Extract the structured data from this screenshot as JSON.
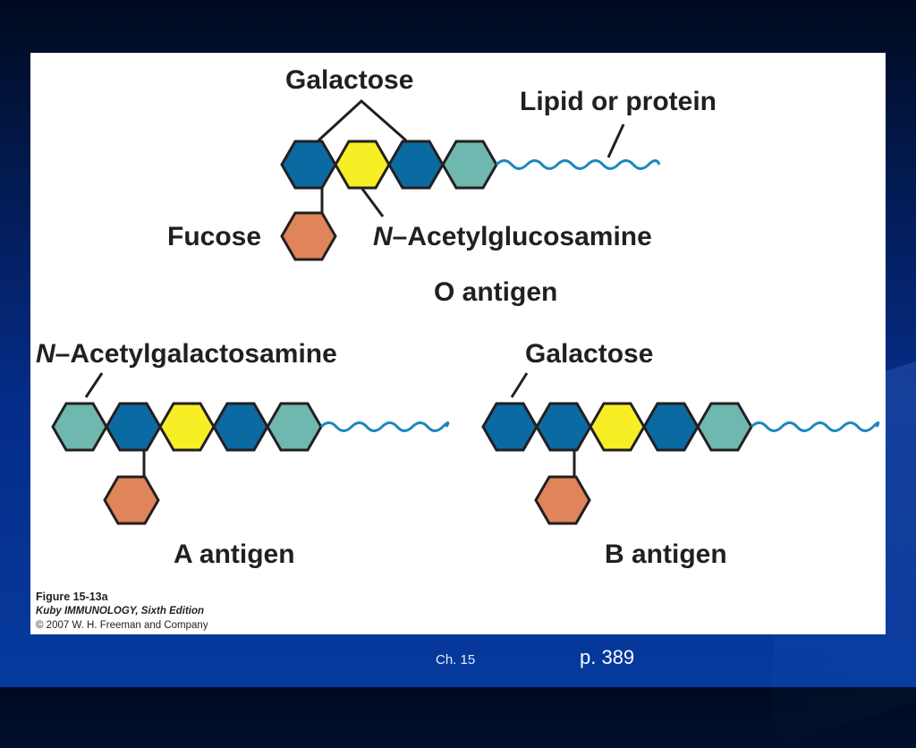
{
  "diagram": {
    "o_antigen": {
      "title": "O antigen",
      "label_galactose": "Galactose",
      "label_lipid": "Lipid or protein",
      "label_fucose": "Fucose",
      "label_nacglc_prefix": "N",
      "label_nacglc_rest": "–Acetylglucosamine"
    },
    "a_antigen": {
      "title": "A antigen",
      "label_nacgal_prefix": "N",
      "label_nacgal_rest": "–Acetylgalactosamine"
    },
    "b_antigen": {
      "title": "B antigen",
      "label_galactose": "Galactose"
    },
    "colors": {
      "galactose": "#0b6aa2",
      "n_acetylglucosamine": "#f7ee25",
      "fucose": "#e0845a",
      "n_acetylgalactosamine": "#6fb8b0",
      "outline": "#231f20",
      "wavy_chain": "#1b86bf"
    }
  },
  "caption": {
    "figure": "Figure 15-13a",
    "book": "Kuby IMMUNOLOGY, Sixth Edition",
    "copyright": "© 2007 W. H. Freeman and Company"
  },
  "footer": {
    "chapter": "Ch. 15",
    "page": "p. 389"
  }
}
